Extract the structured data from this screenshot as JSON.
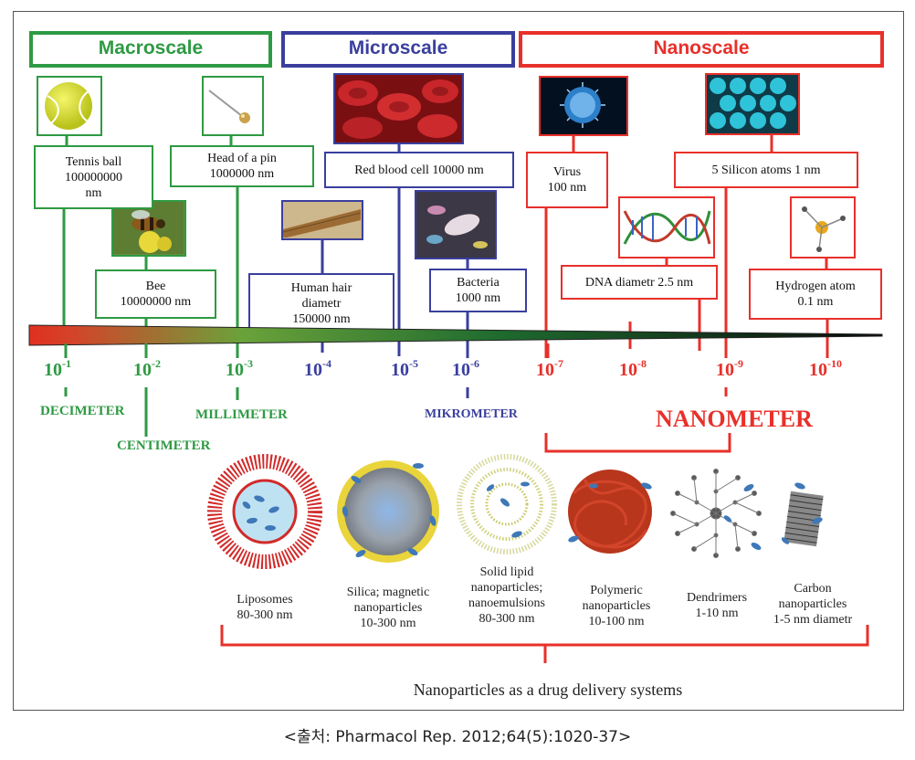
{
  "headers": {
    "macro": "Macroscale",
    "micro": "Microscale",
    "nano": "Nanoscale"
  },
  "objects": {
    "tennis": [
      "Tennis ball",
      "100000000",
      "nm"
    ],
    "pin": [
      "Head of a pin",
      "1000000 nm"
    ],
    "bee": [
      "Bee",
      "10000000 nm"
    ],
    "rbc": [
      "Red blood cell 10000 nm"
    ],
    "hair": [
      "Human hair",
      "diametr",
      "150000 nm"
    ],
    "bacteria": [
      "Bacteria",
      "1000 nm"
    ],
    "virus": [
      "Virus",
      "100 nm"
    ],
    "silicon": [
      "5 Silicon atoms 1 nm"
    ],
    "dna": [
      "DNA diametr 2.5 nm"
    ],
    "hydrogen": [
      "Hydrogen atom",
      "0.1 nm"
    ]
  },
  "ticks": [
    {
      "base": "10",
      "exp": "-1"
    },
    {
      "base": "10",
      "exp": "-2"
    },
    {
      "base": "10",
      "exp": "-3"
    },
    {
      "base": "10",
      "exp": "-4"
    },
    {
      "base": "10",
      "exp": "-5"
    },
    {
      "base": "10",
      "exp": "-6"
    },
    {
      "base": "10",
      "exp": "-7"
    },
    {
      "base": "10",
      "exp": "-8"
    },
    {
      "base": "10",
      "exp": "-9"
    },
    {
      "base": "10",
      "exp": "-10"
    }
  ],
  "units": {
    "decimeter": "DECIMETER",
    "centimeter": "CENTIMETER",
    "millimeter": "MILLIMETER",
    "mikrometer": "MIKROMETER",
    "nanometer": "NANOMETER"
  },
  "nanoparticles": [
    [
      "Liposomes",
      "80-300 nm"
    ],
    [
      "Silica; magnetic",
      "nanoparticles",
      "10-300 nm"
    ],
    [
      "Solid lipid",
      "nanoparticles;",
      "nanoemulsions",
      "80-300 nm"
    ],
    [
      "Polymeric",
      "nanoparticles",
      "10-100 nm"
    ],
    [
      "Dendrimers",
      "1-10 nm"
    ],
    [
      "Carbon",
      "nanoparticles",
      "1-5 nm diametr"
    ]
  ],
  "footer": "Nanoparticles as a drug delivery systems",
  "source": "<출처: Pharmacol Rep. 2012;64(5):1020-37>",
  "colors": {
    "macro": "#2e9a43",
    "micro": "#3a3f9e",
    "nano": "#e8302a"
  },
  "icons": [
    "tennis-ball-image",
    "pin-image",
    "bee-image",
    "red-blood-cells-image",
    "hair-image",
    "bacteria-image",
    "virus-image",
    "silicon-atoms-image",
    "dna-image",
    "hydrogen-atom-image"
  ]
}
